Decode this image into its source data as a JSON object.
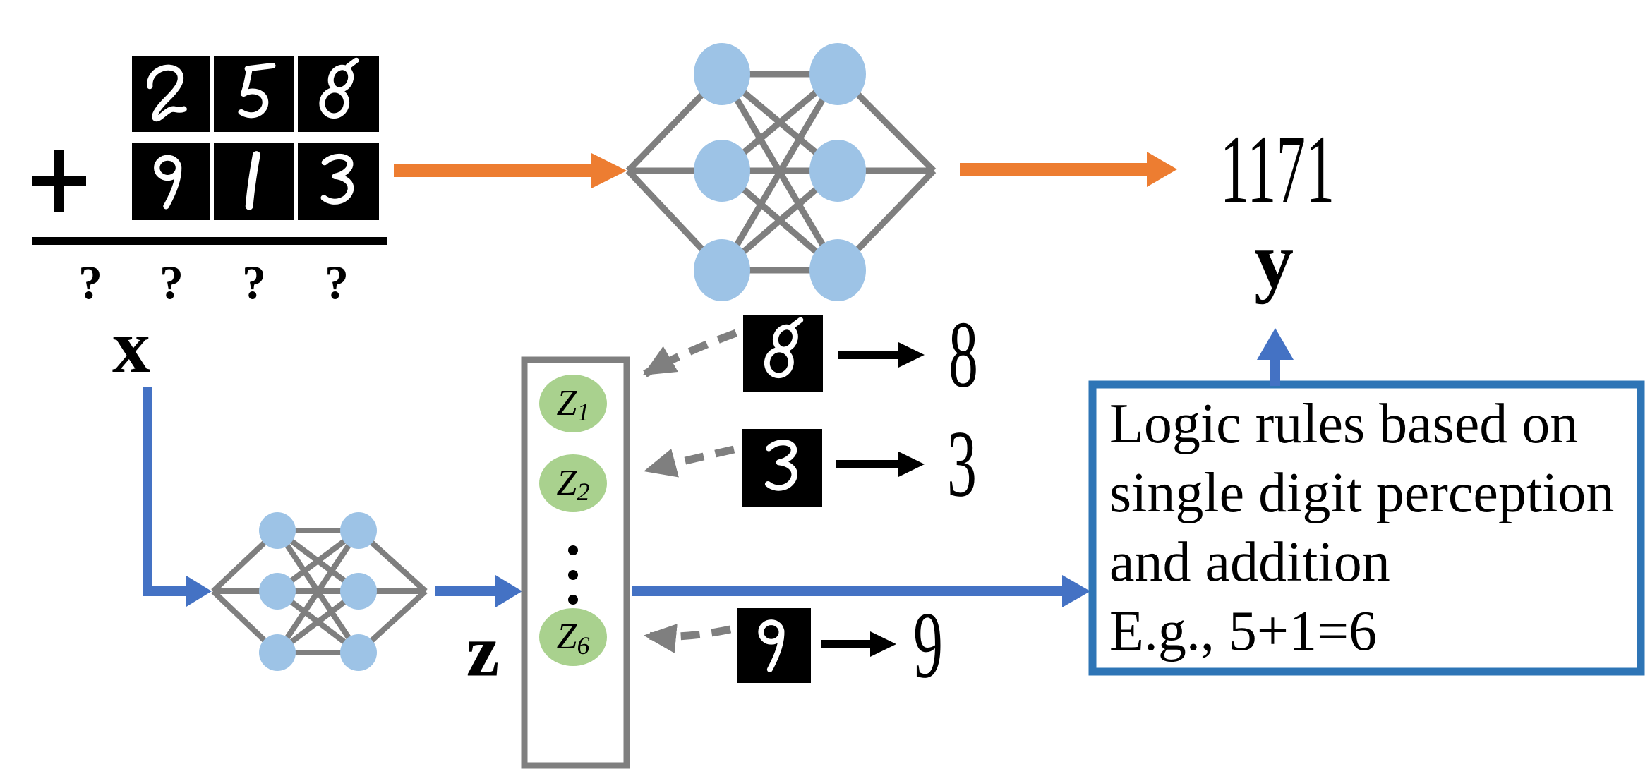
{
  "labels": {
    "input": "x",
    "latent": "z",
    "output": "y",
    "predicted_sum": "1171",
    "operator": "+"
  },
  "question_marks": [
    "?",
    "?",
    "?",
    "?"
  ],
  "mnist_grid": {
    "top_row_digits": [
      "2",
      "5",
      "8"
    ],
    "bottom_row_digits": [
      "9",
      "1",
      "3"
    ]
  },
  "latent_nodes": [
    {
      "base": "Z",
      "sub": "1"
    },
    {
      "base": "Z",
      "sub": "2"
    },
    {
      "base": "Z",
      "sub": "6"
    }
  ],
  "latent_dots": "⋮",
  "perception_examples": [
    {
      "image_digit": "8",
      "predicted": "8"
    },
    {
      "image_digit": "3",
      "predicted": "3"
    },
    {
      "image_digit": "9",
      "predicted": "9"
    }
  ],
  "logic_box": {
    "lines": [
      "Logic rules based on",
      "single digit perception",
      "and addition",
      "E.g., 5+1=6"
    ]
  },
  "colors": {
    "node_blue": "#9DC3E6",
    "node_green": "#A9D18E",
    "edge_gray": "#7F7F7F",
    "arrow_blue": "#4472C4",
    "arrow_orange": "#ED7D31",
    "box_border_blue": "#2E75B6",
    "tile_black": "#000000"
  }
}
